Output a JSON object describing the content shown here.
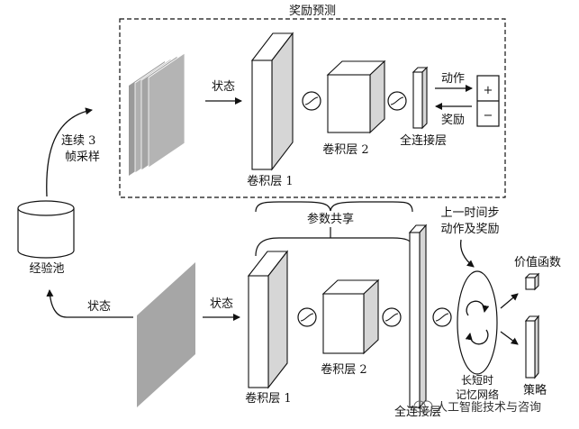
{
  "reward_prediction": {
    "title": "奖励预测",
    "state_label": "状态",
    "conv1_label": "卷积层 1",
    "conv2_label": "卷积层 2",
    "fc_label": "全连接层",
    "action_label": "动作",
    "reward_label": "奖励",
    "plus_symbol": "+",
    "minus_symbol": "−"
  },
  "replay": {
    "pool_label": "经验池",
    "sample_label_line1": "连续 3",
    "sample_label_line2": "帧采样"
  },
  "shared": {
    "param_share_label": "参数共享"
  },
  "main_net": {
    "state_label_left": "状态",
    "state_label_right": "状态",
    "conv1_label": "卷积层 1",
    "conv2_label": "卷积层 2",
    "fc_label": "全连接层",
    "prev_step_line1": "上一时间步",
    "prev_step_line2": "动作及奖励",
    "lstm_line1": "长短时",
    "lstm_line2": "记忆网络",
    "value_label": "价值函数",
    "policy_label": "策略"
  },
  "watermark": {
    "text": "人工智能技术与咨询"
  }
}
